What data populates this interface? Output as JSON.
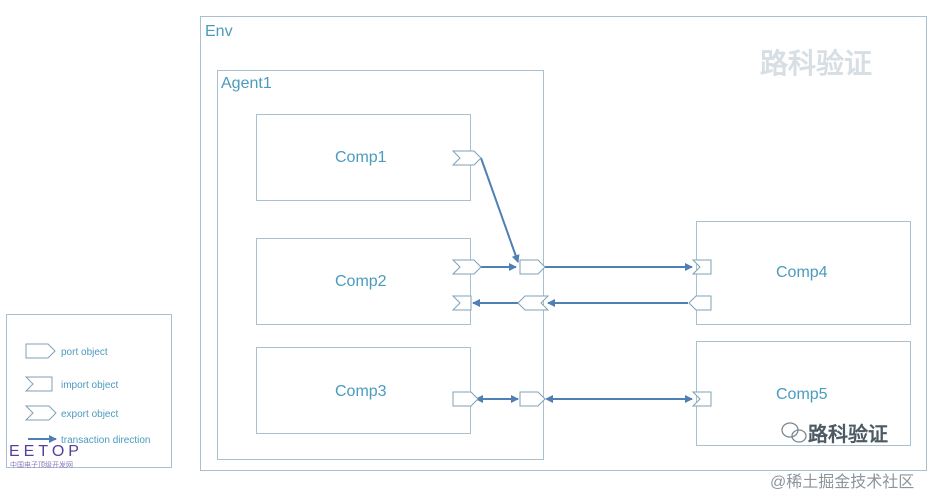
{
  "diagram": {
    "env_label": "Env",
    "agent_label": "Agent1",
    "watermark_top": "路科验证",
    "components": {
      "comp1": "Comp1",
      "comp2": "Comp2",
      "comp3": "Comp3",
      "comp4": "Comp4",
      "comp5": "Comp5"
    },
    "legend": {
      "port": "port object",
      "import": "import object",
      "export": "export object",
      "transaction": "transaction direction"
    },
    "logo_text": "EETOP",
    "logo_subtext": "中国电子顶级开发网",
    "wechat_watermark": "路科验证",
    "site_watermark": "@稀土掘金技术社区"
  },
  "colors": {
    "border": "#a9c1cf",
    "label": "#4a9bbf",
    "arrow": "#4f7fb3",
    "watermark": "#d7dfe4",
    "logo": "#5a3c9a"
  }
}
